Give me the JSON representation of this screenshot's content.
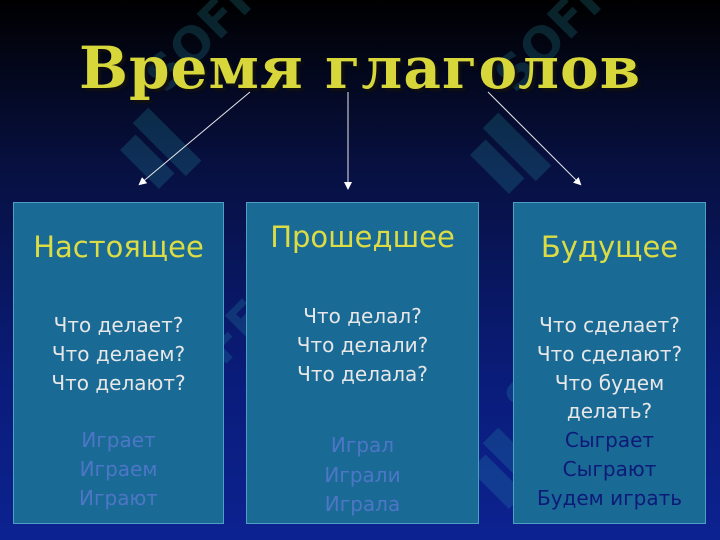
{
  "title": "Время глаголов",
  "watermark_text": "SOFF",
  "colors": {
    "title": "#d7d63a",
    "box_fill": "#1a6a96",
    "heading": "#dcdc44",
    "question_text": "#e7e7e7",
    "example_text_dim": "#4d76c6",
    "example_text_dark": "#0d1a78",
    "background_top": "#000000",
    "background_bottom": "#0c2290"
  },
  "columns": [
    {
      "heading": "Настоящее",
      "questions": [
        "Что делает?",
        "Что делаем?",
        "Что делают?"
      ],
      "examples": [
        "Играет",
        "Играем",
        "Играют"
      ]
    },
    {
      "heading": "Прошедшее",
      "questions": [
        "Что делал?",
        "Что делали?",
        "Что делала?"
      ],
      "examples": [
        "Играл",
        "Играли",
        "Играла"
      ]
    },
    {
      "heading": "Будущее",
      "questions": [
        "Что сделает?",
        "Что сделают?",
        "Что будем",
        "делать?"
      ],
      "examples": [
        "Сыграет",
        "Сыграют",
        "Будем играть"
      ]
    }
  ]
}
